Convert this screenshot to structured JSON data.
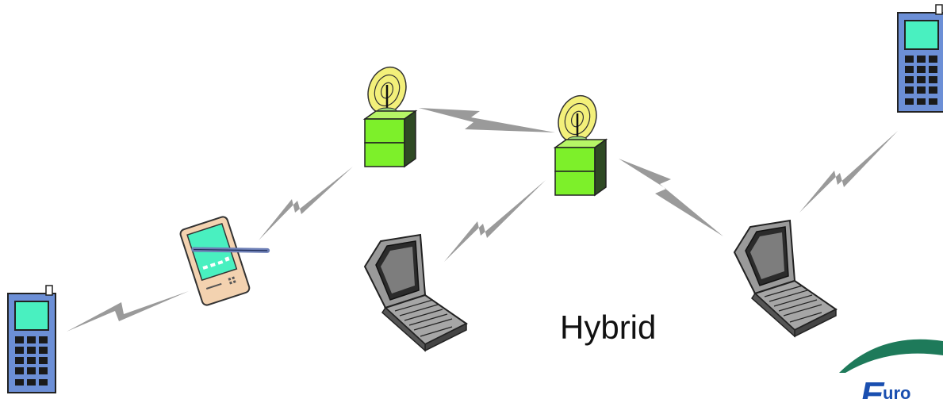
{
  "diagram": {
    "caption": "Hybrid",
    "colors": {
      "link": "#9a9a9a",
      "phone_body": "#6c8fd6",
      "phone_screen": "#49f0c0",
      "base_station_box": "#7df02a",
      "antenna_dish": "#f3f07a",
      "laptop_body": "#9a9a9a",
      "pda_body": "#f3d2b0",
      "logo_arc": "#1e7a5a",
      "logo_text": "#1a4fb0"
    },
    "devices": [
      {
        "id": "phone-left",
        "type": "mobile-phone-icon"
      },
      {
        "id": "pda",
        "type": "pda-icon"
      },
      {
        "id": "base-station-1",
        "type": "base-station-icon"
      },
      {
        "id": "base-station-2",
        "type": "base-station-icon"
      },
      {
        "id": "laptop-center",
        "type": "laptop-icon"
      },
      {
        "id": "laptop-right",
        "type": "laptop-icon"
      },
      {
        "id": "phone-right",
        "type": "mobile-phone-icon"
      }
    ],
    "links": [
      {
        "from": "phone-left",
        "to": "pda"
      },
      {
        "from": "pda",
        "to": "base-station-1"
      },
      {
        "from": "base-station-1",
        "to": "base-station-2"
      },
      {
        "from": "laptop-center",
        "to": "base-station-2"
      },
      {
        "from": "base-station-2",
        "to": "laptop-right"
      },
      {
        "from": "laptop-right",
        "to": "phone-right"
      }
    ],
    "logo_partial_text": "Euro"
  }
}
